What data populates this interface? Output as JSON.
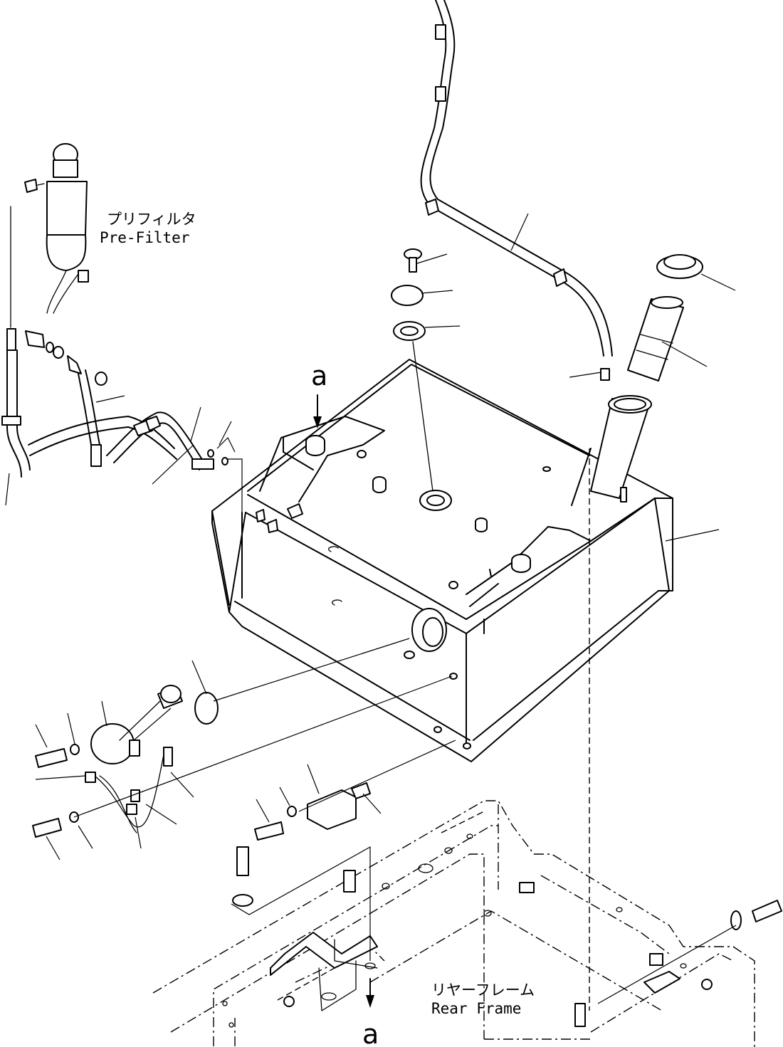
{
  "labels": {
    "prefilter_jp": "プリフィルタ",
    "prefilter_en": "Pre-Filter",
    "rearframe_jp": "リヤーフレーム",
    "rearframe_en": "Rear Frame",
    "view_mark_top": "a",
    "view_mark_bottom": "a"
  }
}
